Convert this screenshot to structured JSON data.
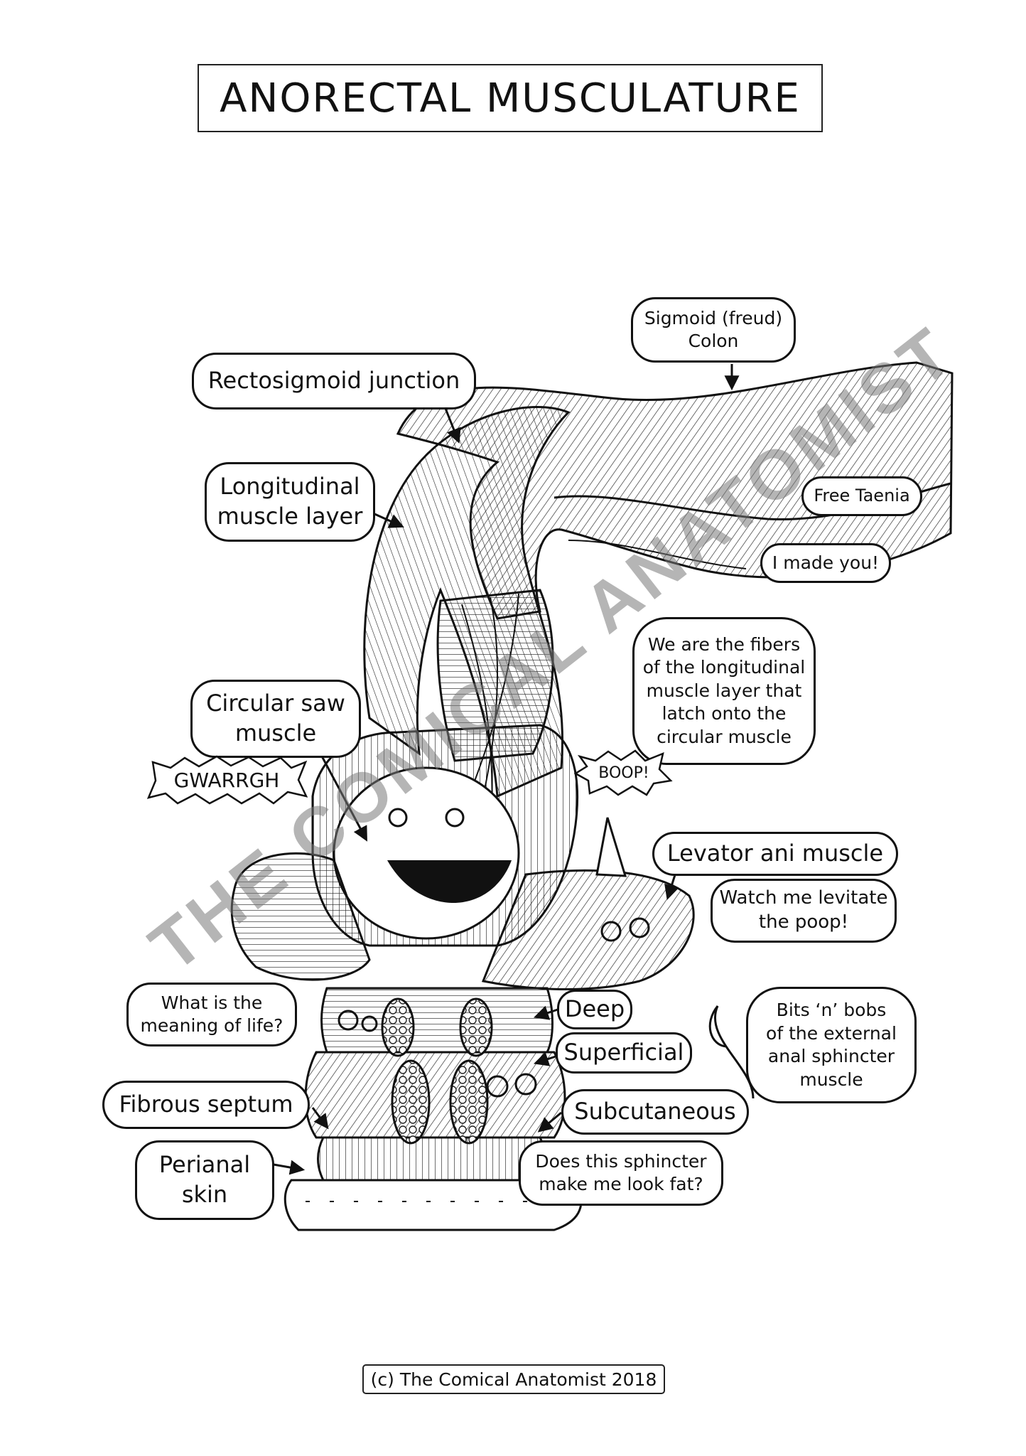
{
  "title": "ANORECTAL MUSCULATURE",
  "labels": {
    "sigmoid_colon": "Sigmoid (freud)\nColon",
    "rectosigmoid_junction": "Rectosigmoid junction",
    "longitudinal_muscle_layer": "Longitudinal\nmuscle layer",
    "free_taenia": "Free Taenia",
    "i_made_you": "I made you!",
    "fibers_speech": "We are the fibers\nof the longitudinal\nmuscle layer that\nlatch onto the\ncircular muscle",
    "circular_saw_muscle": "Circular saw\nmuscle",
    "gwarrgh": "GWARRGH",
    "boop": "BOOP!",
    "levator_ani_muscle": "Levator ani muscle",
    "watch_me_levitate": "Watch me levitate\nthe poop!",
    "meaning_of_life": "What is the\nmeaning of life?",
    "deep": "Deep",
    "superficial": "Superficial",
    "bits_n_bobs": "Bits ‘n’ bobs\nof the external\nanal sphincter\nmuscle",
    "fibrous_septum": "Fibrous septum",
    "subcutaneous": "Subcutaneous",
    "perianal_skin": "Perianal\nskin",
    "sphincter_fat": "Does this sphincter\nmake me look fat?"
  },
  "watermark": "THE COMICAL ANATOMIST",
  "footer": "(c) The Comical Anatomist 2018"
}
